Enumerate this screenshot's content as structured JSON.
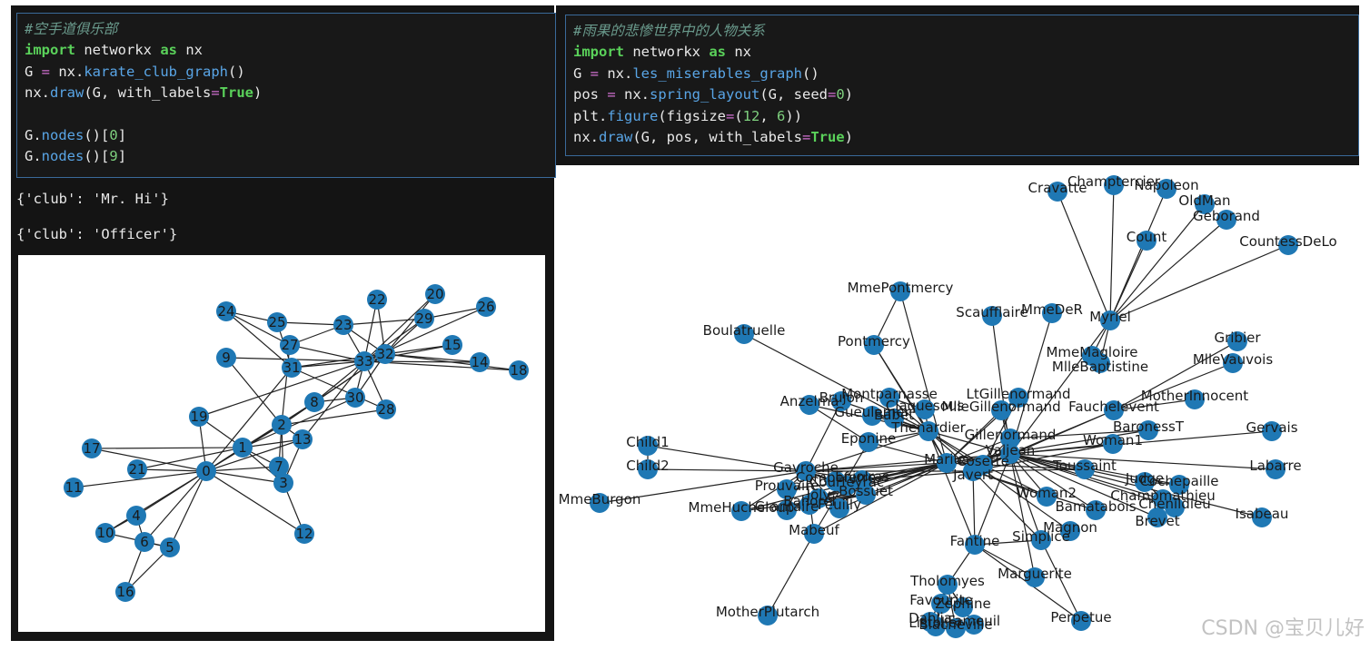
{
  "left_cell": {
    "code_lines": [
      [
        {
          "t": "#空手道俱乐部",
          "c": "cm"
        }
      ],
      [
        {
          "t": "import",
          "c": "kw"
        },
        {
          "t": " networkx "
        },
        {
          "t": "as",
          "c": "kw"
        },
        {
          "t": " nx"
        }
      ],
      [
        {
          "t": "G "
        },
        {
          "t": "=",
          "c": "op"
        },
        {
          "t": " nx."
        },
        {
          "t": "karate_club_graph",
          "c": "fn"
        },
        {
          "t": "()"
        }
      ],
      [
        {
          "t": "nx."
        },
        {
          "t": "draw",
          "c": "fn"
        },
        {
          "t": "(G, with_labels"
        },
        {
          "t": "=",
          "c": "op"
        },
        {
          "t": "True",
          "c": "tf"
        },
        {
          "t": ")"
        }
      ],
      [
        {
          "t": ""
        }
      ],
      [
        {
          "t": "G."
        },
        {
          "t": "nodes",
          "c": "fn"
        },
        {
          "t": "()["
        },
        {
          "t": "0",
          "c": "num"
        },
        {
          "t": "]"
        }
      ],
      [
        {
          "t": "G."
        },
        {
          "t": "nodes",
          "c": "fn"
        },
        {
          "t": "()["
        },
        {
          "t": "9",
          "c": "num"
        },
        {
          "t": "]"
        }
      ]
    ],
    "output_1": "{'club': 'Mr. Hi'}",
    "output_2": "{'club': 'Officer'}"
  },
  "right_cell": {
    "code_lines": [
      [
        {
          "t": "#雨果的悲惨世界中的人物关系",
          "c": "cm"
        }
      ],
      [
        {
          "t": "import",
          "c": "kw"
        },
        {
          "t": " networkx "
        },
        {
          "t": "as",
          "c": "kw"
        },
        {
          "t": " nx"
        }
      ],
      [
        {
          "t": "G "
        },
        {
          "t": "=",
          "c": "op"
        },
        {
          "t": " nx."
        },
        {
          "t": "les_miserables_graph",
          "c": "fn"
        },
        {
          "t": "()"
        }
      ],
      [
        {
          "t": "pos "
        },
        {
          "t": "=",
          "c": "op"
        },
        {
          "t": " nx."
        },
        {
          "t": "spring_layout",
          "c": "fn"
        },
        {
          "t": "(G, seed"
        },
        {
          "t": "=",
          "c": "op"
        },
        {
          "t": "0",
          "c": "num"
        },
        {
          "t": ")"
        }
      ],
      [
        {
          "t": "plt."
        },
        {
          "t": "figure",
          "c": "fn"
        },
        {
          "t": "(figsize"
        },
        {
          "t": "=",
          "c": "op"
        },
        {
          "t": "("
        },
        {
          "t": "12",
          "c": "num"
        },
        {
          "t": ", "
        },
        {
          "t": "6",
          "c": "num"
        },
        {
          "t": "))"
        }
      ],
      [
        {
          "t": "nx."
        },
        {
          "t": "draw",
          "c": "fn"
        },
        {
          "t": "(G, pos, with_labels"
        },
        {
          "t": "=",
          "c": "op"
        },
        {
          "t": "True",
          "c": "tf"
        },
        {
          "t": ")"
        }
      ]
    ]
  },
  "karate_graph": {
    "node_color": "#1f78b4",
    "edge_color": "#222222",
    "nodes": [
      "0",
      "1",
      "2",
      "3",
      "4",
      "5",
      "6",
      "7",
      "8",
      "9",
      "10",
      "11",
      "12",
      "13",
      "14",
      "15",
      "16",
      "17",
      "18",
      "19",
      "20",
      "21",
      "22",
      "23",
      "24",
      "25",
      "26",
      "27",
      "28",
      "29",
      "30",
      "31",
      "32",
      "33"
    ],
    "edges": [
      [
        "0",
        "1"
      ],
      [
        "0",
        "2"
      ],
      [
        "0",
        "3"
      ],
      [
        "0",
        "4"
      ],
      [
        "0",
        "5"
      ],
      [
        "0",
        "6"
      ],
      [
        "0",
        "7"
      ],
      [
        "0",
        "8"
      ],
      [
        "0",
        "10"
      ],
      [
        "0",
        "11"
      ],
      [
        "0",
        "12"
      ],
      [
        "0",
        "13"
      ],
      [
        "0",
        "17"
      ],
      [
        "0",
        "19"
      ],
      [
        "0",
        "21"
      ],
      [
        "0",
        "31"
      ],
      [
        "1",
        "2"
      ],
      [
        "1",
        "3"
      ],
      [
        "1",
        "7"
      ],
      [
        "1",
        "13"
      ],
      [
        "1",
        "17"
      ],
      [
        "1",
        "19"
      ],
      [
        "1",
        "21"
      ],
      [
        "1",
        "30"
      ],
      [
        "2",
        "3"
      ],
      [
        "2",
        "7"
      ],
      [
        "2",
        "8"
      ],
      [
        "2",
        "9"
      ],
      [
        "2",
        "13"
      ],
      [
        "2",
        "27"
      ],
      [
        "2",
        "28"
      ],
      [
        "2",
        "32"
      ],
      [
        "3",
        "7"
      ],
      [
        "3",
        "12"
      ],
      [
        "3",
        "13"
      ],
      [
        "4",
        "6"
      ],
      [
        "4",
        "10"
      ],
      [
        "5",
        "6"
      ],
      [
        "5",
        "10"
      ],
      [
        "5",
        "16"
      ],
      [
        "6",
        "16"
      ],
      [
        "8",
        "30"
      ],
      [
        "8",
        "32"
      ],
      [
        "8",
        "33"
      ],
      [
        "9",
        "33"
      ],
      [
        "13",
        "33"
      ],
      [
        "14",
        "32"
      ],
      [
        "14",
        "33"
      ],
      [
        "15",
        "32"
      ],
      [
        "15",
        "33"
      ],
      [
        "18",
        "32"
      ],
      [
        "18",
        "33"
      ],
      [
        "19",
        "33"
      ],
      [
        "20",
        "32"
      ],
      [
        "20",
        "33"
      ],
      [
        "22",
        "32"
      ],
      [
        "22",
        "33"
      ],
      [
        "23",
        "25"
      ],
      [
        "23",
        "27"
      ],
      [
        "23",
        "29"
      ],
      [
        "23",
        "32"
      ],
      [
        "23",
        "33"
      ],
      [
        "24",
        "25"
      ],
      [
        "24",
        "27"
      ],
      [
        "24",
        "31"
      ],
      [
        "25",
        "31"
      ],
      [
        "26",
        "29"
      ],
      [
        "26",
        "33"
      ],
      [
        "27",
        "33"
      ],
      [
        "28",
        "31"
      ],
      [
        "28",
        "33"
      ],
      [
        "29",
        "32"
      ],
      [
        "29",
        "33"
      ],
      [
        "30",
        "32"
      ],
      [
        "30",
        "33"
      ],
      [
        "31",
        "32"
      ],
      [
        "31",
        "33"
      ],
      [
        "32",
        "33"
      ]
    ]
  },
  "lesmis_graph": {
    "node_color": "#1f78b4",
    "edge_color": "#222222",
    "nodes": [
      "Champtercier",
      "Napoleon",
      "Cravatte",
      "OldMan",
      "Geborand",
      "Count",
      "CountessDeLo",
      "MmePontmercy",
      "MmeDeR",
      "Scaufflaire",
      "Myriel",
      "Boulatruelle",
      "Pontmercy",
      "MmeMagloire",
      "MlleBaptistine",
      "Gribier",
      "MlleVauvois",
      "LtGillenormand",
      "MotherInnocent",
      "Anzelma",
      "Montparnasse",
      "Brujon",
      "Claquesous",
      "Babet",
      "Gueulemer",
      "Thenardier",
      "MlleGillenormand",
      "Fauchelevent",
      "BaronessT",
      "Gervais",
      "Child1",
      "Eponine",
      "Gillenormand",
      "Valjean",
      "Woman1",
      "Child2",
      "Gavroche",
      "Marius",
      "Cosette",
      "Javert",
      "Toussaint",
      "Labarre",
      "Judge",
      "Cochepaille",
      "Prouvaire",
      "Combeferre",
      "Enjolras",
      "Courfeyrac",
      "Bossuet",
      "Feuilly",
      "Joly",
      "Bahorel",
      "Grantaire",
      "Champmathieu",
      "Woman2",
      "Chenildieu",
      "Bamatabois",
      "Brevet",
      "Isabeau",
      "MmeBurgon",
      "MmeHucheloup",
      "Mabeuf",
      "Magnon",
      "Simplice",
      "Fantine",
      "Marguerite",
      "Tholomyes",
      "Favourite",
      "Zephine",
      "Dahlia",
      "Fameuil",
      "Listolier",
      "Blacheville",
      "Perpetue",
      "MotherPlutarch"
    ],
    "edges": [
      [
        "Napoleon",
        "Myriel"
      ],
      [
        "Champtercier",
        "Myriel"
      ],
      [
        "Cravatte",
        "Myriel"
      ],
      [
        "Count",
        "Myriel"
      ],
      [
        "OldMan",
        "Myriel"
      ],
      [
        "Geborand",
        "Myriel"
      ],
      [
        "CountessDeLo",
        "Myriel"
      ],
      [
        "MmeMagloire",
        "Myriel"
      ],
      [
        "MlleBaptistine",
        "Myriel"
      ],
      [
        "Valjean",
        "Myriel"
      ],
      [
        "MmeDeR",
        "Valjean"
      ],
      [
        "Scaufflaire",
        "Valjean"
      ],
      [
        "MmePontmercy",
        "Pontmercy"
      ],
      [
        "MmePontmercy",
        "Marius"
      ],
      [
        "Pontmercy",
        "Marius"
      ],
      [
        "Pontmercy",
        "Thenardier"
      ],
      [
        "Boulatruelle",
        "Thenardier"
      ],
      [
        "Gribier",
        "Fauchelevent"
      ],
      [
        "MlleVauvois",
        "Fauchelevent"
      ],
      [
        "MotherInnocent",
        "Fauchelevent"
      ],
      [
        "Fauchelevent",
        "Valjean"
      ],
      [
        "Fauchelevent",
        "Javert"
      ],
      [
        "Gervais",
        "Valjean"
      ],
      [
        "Labarre",
        "Valjean"
      ],
      [
        "Isabeau",
        "Valjean"
      ],
      [
        "Woman1",
        "Valjean"
      ],
      [
        "Woman1",
        "Javert"
      ],
      [
        "BaronessT",
        "Marius"
      ],
      [
        "BaronessT",
        "Gillenormand"
      ],
      [
        "Toussaint",
        "Valjean"
      ],
      [
        "Toussaint",
        "Cosette"
      ],
      [
        "Toussaint",
        "Javert"
      ],
      [
        "Judge",
        "Valjean"
      ],
      [
        "Judge",
        "Champmathieu"
      ],
      [
        "Cochepaille",
        "Valjean"
      ],
      [
        "Cochepaille",
        "Judge"
      ],
      [
        "Chenildieu",
        "Valjean"
      ],
      [
        "Brevet",
        "Valjean"
      ],
      [
        "Champmathieu",
        "Valjean"
      ],
      [
        "Bamatabois",
        "Valjean"
      ],
      [
        "Bamatabois",
        "Javert"
      ],
      [
        "Woman2",
        "Valjean"
      ],
      [
        "Woman2",
        "Cosette"
      ],
      [
        "Woman2",
        "Javert"
      ],
      [
        "Child1",
        "Gavroche"
      ],
      [
        "Child2",
        "Gavroche"
      ],
      [
        "Child1",
        "Child2"
      ],
      [
        "MmeBurgon",
        "Gavroche"
      ],
      [
        "MmeHucheloup",
        "Gavroche"
      ],
      [
        "MmeHucheloup",
        "Enjolras"
      ],
      [
        "MmeHucheloup",
        "Bossuet"
      ],
      [
        "MotherPlutarch",
        "Mabeuf"
      ],
      [
        "Mabeuf",
        "Marius"
      ],
      [
        "Mabeuf",
        "Gavroche"
      ],
      [
        "Mabeuf",
        "Eponine"
      ],
      [
        "Fantine",
        "Valjean"
      ],
      [
        "Fantine",
        "Javert"
      ],
      [
        "Fantine",
        "Tholomyes"
      ],
      [
        "Fantine",
        "Marguerite"
      ],
      [
        "Fantine",
        "Simplice"
      ],
      [
        "Fantine",
        "Thenardier"
      ],
      [
        "Simplice",
        "Valjean"
      ],
      [
        "Simplice",
        "Javert"
      ],
      [
        "Magnon",
        "Thenardier"
      ],
      [
        "Marguerite",
        "Valjean"
      ],
      [
        "Perpetue",
        "Fantine"
      ],
      [
        "Perpetue",
        "Simplice"
      ],
      [
        "Tholomyes",
        "Favourite"
      ],
      [
        "Tholomyes",
        "Zephine"
      ],
      [
        "Tholomyes",
        "Dahlia"
      ],
      [
        "Tholomyes",
        "Fameuil"
      ],
      [
        "Tholomyes",
        "Listolier"
      ],
      [
        "Tholomyes",
        "Blacheville"
      ],
      [
        "Favourite",
        "Zephine"
      ],
      [
        "Dahlia",
        "Fameuil"
      ],
      [
        "Listolier",
        "Blacheville"
      ],
      [
        "Thenardier",
        "Valjean"
      ],
      [
        "Thenardier",
        "Javert"
      ],
      [
        "Thenardier",
        "Cosette"
      ],
      [
        "Thenardier",
        "Marius"
      ],
      [
        "Thenardier",
        "Eponine"
      ],
      [
        "Thenardier",
        "Gavroche"
      ],
      [
        "Thenardier",
        "Babet"
      ],
      [
        "Thenardier",
        "Gueulemer"
      ],
      [
        "Thenardier",
        "Claquesous"
      ],
      [
        "Thenardier",
        "Montparnasse"
      ],
      [
        "Thenardier",
        "Brujon"
      ],
      [
        "Anzelma",
        "Thenardier"
      ],
      [
        "Anzelma",
        "Eponine"
      ],
      [
        "Babet",
        "Gueulemer"
      ],
      [
        "Claquesous",
        "Montparnasse"
      ],
      [
        "Brujon",
        "Gavroche"
      ],
      [
        "Valjean",
        "Cosette"
      ],
      [
        "Valjean",
        "Marius"
      ],
      [
        "Valjean",
        "Javert"
      ],
      [
        "Valjean",
        "Gavroche"
      ],
      [
        "Valjean",
        "Enjolras"
      ],
      [
        "Valjean",
        "MlleGillenormand"
      ],
      [
        "Marius",
        "Cosette"
      ],
      [
        "Marius",
        "Eponine"
      ],
      [
        "Marius",
        "Gillenormand"
      ],
      [
        "Marius",
        "LtGillenormand"
      ],
      [
        "Marius",
        "MlleGillenormand"
      ],
      [
        "Marius",
        "Courfeyrac"
      ],
      [
        "Marius",
        "Enjolras"
      ],
      [
        "Marius",
        "Combeferre"
      ],
      [
        "Marius",
        "Feuilly"
      ],
      [
        "Marius",
        "Bossuet"
      ],
      [
        "Marius",
        "Joly"
      ],
      [
        "Marius",
        "Bahorel"
      ],
      [
        "Marius",
        "Gavroche"
      ],
      [
        "Gillenormand",
        "Cosette"
      ],
      [
        "Gillenormand",
        "MlleGillenormand"
      ],
      [
        "LtGillenormand",
        "Cosette"
      ],
      [
        "LtGillenormand",
        "MlleGillenormand"
      ],
      [
        "Cosette",
        "Javert"
      ],
      [
        "Javert",
        "Enjolras"
      ],
      [
        "Javert",
        "Gavroche"
      ],
      [
        "Gavroche",
        "Enjolras"
      ],
      [
        "Gavroche",
        "Courfeyrac"
      ],
      [
        "Gavroche",
        "Combeferre"
      ],
      [
        "Gavroche",
        "Bossuet"
      ],
      [
        "Gavroche",
        "Feuilly"
      ],
      [
        "Gavroche",
        "Joly"
      ],
      [
        "Gavroche",
        "Prouvaire"
      ],
      [
        "Gavroche",
        "Grantaire"
      ],
      [
        "Enjolras",
        "Combeferre"
      ],
      [
        "Enjolras",
        "Courfeyrac"
      ],
      [
        "Enjolras",
        "Bossuet"
      ],
      [
        "Enjolras",
        "Feuilly"
      ],
      [
        "Enjolras",
        "Joly"
      ],
      [
        "Enjolras",
        "Bahorel"
      ],
      [
        "Enjolras",
        "Grantaire"
      ],
      [
        "Courfeyrac",
        "Combeferre"
      ],
      [
        "Courfeyrac",
        "Bossuet"
      ],
      [
        "Courfeyrac",
        "Bahorel"
      ],
      [
        "Joly",
        "Bossuet"
      ],
      [
        "Bahorel",
        "Bossuet"
      ],
      [
        "Prouvaire",
        "Enjolras"
      ],
      [
        "Grantaire",
        "Bossuet"
      ]
    ]
  },
  "watermark": "CSDN @宝贝儿好"
}
